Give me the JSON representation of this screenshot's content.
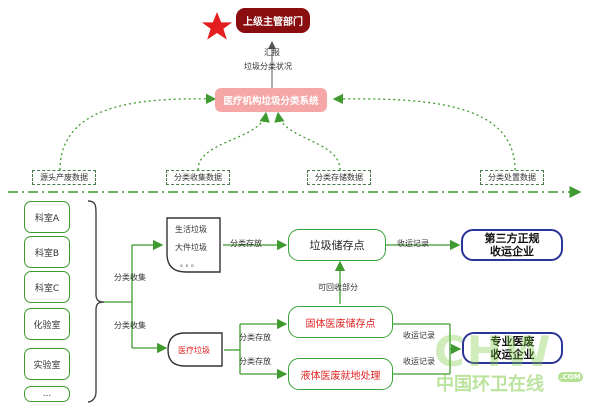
{
  "top": {
    "title": "上级主管部门",
    "report_line1": "汇报",
    "report_line2": "垃圾分类状况"
  },
  "system": {
    "title": "医疗机构垃圾分类系统"
  },
  "tags": [
    "源头产废数据",
    "分类收集数据",
    "分类存储数据",
    "分类处置数据"
  ],
  "departments": [
    "科室A",
    "科室B",
    "科室C",
    "化验室",
    "实验室",
    "..."
  ],
  "edge_labels": {
    "collect_top": "分类收集",
    "collect_bottom": "分类收集",
    "store_top": "分类存放",
    "store_med1": "分类存放",
    "store_med2": "分类存放",
    "recyclable": "可回收部分",
    "transport1": "收运记录",
    "transport2": "收运记录",
    "transport3": "收运记录"
  },
  "bins": {
    "general_line1": "生活垃圾",
    "general_line2": "大件垃圾",
    "general_more": "。。。",
    "medical": "医疗垃圾"
  },
  "nodes": {
    "storage": "垃圾储存点",
    "solid": "固体医废储存点",
    "liquid": "液体医废就地处理",
    "third_party_line1": "第三方正规",
    "third_party_line2": "收运企业",
    "medical_co_line1": "专业医废",
    "medical_co_line2": "收运企业"
  },
  "watermark": {
    "text": "中国环卫在线",
    "logo": "CHW",
    "com": ".COM"
  },
  "colors": {
    "dark_red": "#8a0e10",
    "pink": "#f5a6a6",
    "red_text": "#e02222",
    "green": "#3f9a2f",
    "navy": "#2b3497",
    "star": "#e41e1e"
  }
}
